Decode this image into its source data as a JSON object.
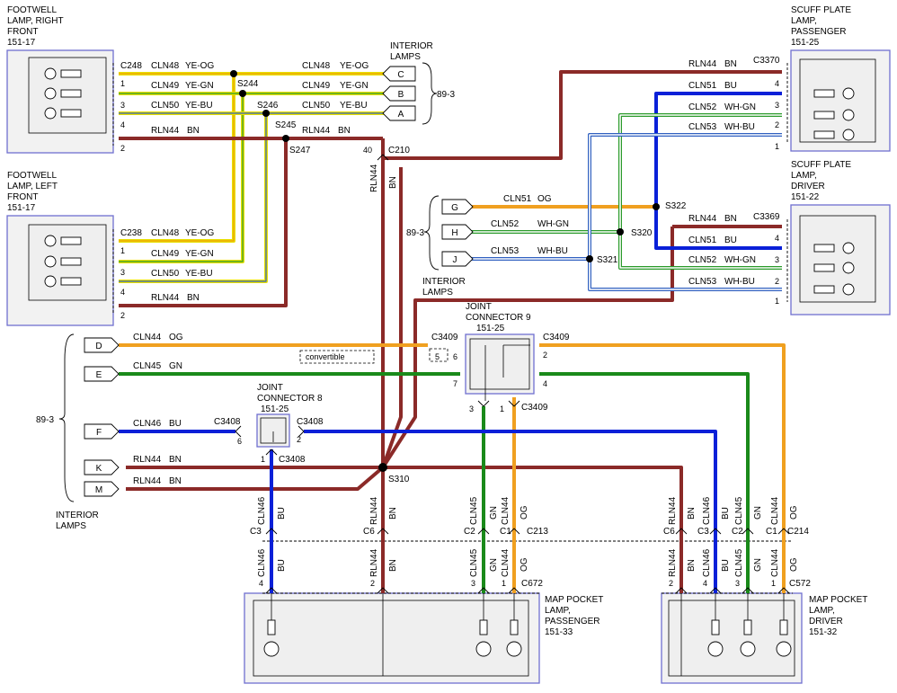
{
  "components": {
    "fw_right": {
      "title1": "FOOTWELL",
      "title2": "LAMP, RIGHT",
      "title3": "FRONT",
      "ref": "151-17",
      "connector": "C248"
    },
    "fw_left": {
      "title1": "FOOTWELL",
      "title2": "LAMP, LEFT",
      "title3": "FRONT",
      "ref": "151-17",
      "connector": "C238"
    },
    "sp_pass": {
      "title1": "SCUFF PLATE",
      "title2": "LAMP,",
      "title3": "PASSENGER",
      "ref": "151-25",
      "connector": "C3370"
    },
    "sp_drv": {
      "title1": "SCUFF PLATE",
      "title2": "LAMP,",
      "title3": "DRIVER",
      "ref": "151-22",
      "connector": "C3369"
    },
    "jc9": {
      "title1": "JOINT",
      "title2": "CONNECTOR 9",
      "ref": "151-25"
    },
    "jc8": {
      "title1": "JOINT",
      "title2": "CONNECTOR 8",
      "ref": "151-25"
    },
    "mp_pass": {
      "title1": "MAP POCKET",
      "title2": "LAMP,",
      "title3": "PASSENGER",
      "ref": "151-33"
    },
    "mp_drv": {
      "title1": "MAP POCKET",
      "title2": "LAMP,",
      "title3": "DRIVER",
      "ref": "151-32"
    }
  },
  "interior_lamps": {
    "line1": "INTERIOR",
    "line2": "LAMPS",
    "ref": "89-3"
  },
  "terminals": [
    "C",
    "B",
    "A",
    "G",
    "H",
    "J",
    "D",
    "E",
    "F",
    "K",
    "M"
  ],
  "splices": [
    "S244",
    "S246",
    "S245",
    "S247",
    "S322",
    "S320",
    "S321",
    "S310"
  ],
  "connectors": [
    "C210",
    "C3409",
    "C3408",
    "C213",
    "C214",
    "C672",
    "C572",
    "C1",
    "C2",
    "C3",
    "C6"
  ],
  "convertible_label": "convertible",
  "pins": [
    "1",
    "2",
    "3",
    "4",
    "5",
    "6",
    "7",
    "40"
  ],
  "circuits": [
    {
      "id": "CLN48",
      "color": "YE-OG",
      "hex": "#e8e000",
      "stripe": "#f0a000"
    },
    {
      "id": "CLN49",
      "color": "YE-GN",
      "hex": "#e8e000",
      "stripe": "#2a9a2a"
    },
    {
      "id": "CLN50",
      "color": "YE-BU",
      "hex": "#e8e000",
      "stripe": "#3060c0"
    },
    {
      "id": "RLN44",
      "color": "BN",
      "hex": "#8b2a28"
    },
    {
      "id": "CLN51",
      "color": "BU",
      "hex": "#0a20d8"
    },
    {
      "id": "CLN51",
      "color": "OG",
      "hex": "#f0a020"
    },
    {
      "id": "CLN52",
      "color": "WH-GN",
      "hex": "#ffffff",
      "stripe": "#2a9a2a"
    },
    {
      "id": "CLN53",
      "color": "WH-BU",
      "hex": "#ffffff",
      "stripe": "#3060c0"
    },
    {
      "id": "CLN44",
      "color": "OG",
      "hex": "#f0a020"
    },
    {
      "id": "CLN45",
      "color": "GN",
      "hex": "#1a8a1a"
    },
    {
      "id": "CLN46",
      "color": "BU",
      "hex": "#0a20d8"
    }
  ]
}
